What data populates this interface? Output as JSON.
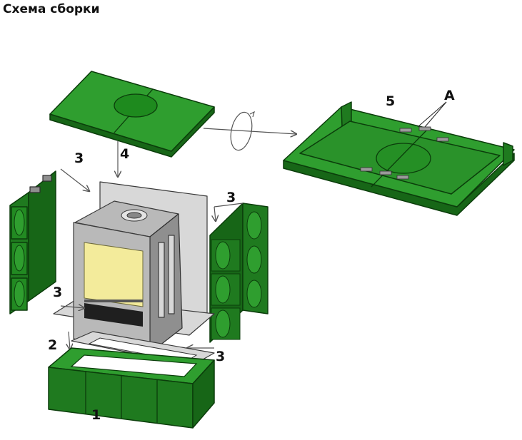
{
  "title": "Схема сборки",
  "labels": {
    "base": "1",
    "bottom_frame": "2",
    "side_left": "3",
    "side_right": "3",
    "floor_plate": "3",
    "back_plate": "3",
    "top_cover": "4",
    "top_cover_flipped": "5",
    "fastener": "A"
  },
  "colors": {
    "tile_green": "#2f9e2f",
    "tile_green_dark": "#1f7a1f",
    "metal": "#b9b9b9",
    "glass": "#f3eb9b"
  }
}
